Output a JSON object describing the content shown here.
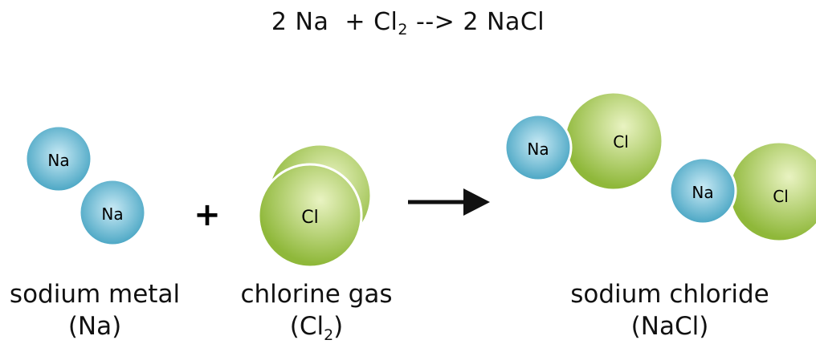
{
  "equation": {
    "sodium_coef": "2 Na",
    "plus": "+ Cl",
    "cl_subscript": "2",
    "arrow": "-->",
    "product": "2 NaCl"
  },
  "atoms": {
    "sodium": "Na",
    "chlorine": "Cl"
  },
  "operator_plus": "+",
  "labels": {
    "sodium_metal_name": "sodium metal",
    "sodium_metal_formula": "(Na)",
    "chlorine_gas_name": "chlorine gas",
    "chlorine_gas_formula_open": "(Cl",
    "chlorine_gas_formula_sub": "2",
    "chlorine_gas_formula_close": ")",
    "sodium_chloride_name": "sodium chloride",
    "sodium_chloride_formula": "(NaCl)"
  },
  "colors": {
    "sodium_light": "#c9eaf5",
    "sodium_dark": "#4aa6c4",
    "chlorine_light": "#e9f3c2",
    "chlorine_dark": "#8fb83a",
    "outline": "#ffffff",
    "arrow": "#111111"
  }
}
